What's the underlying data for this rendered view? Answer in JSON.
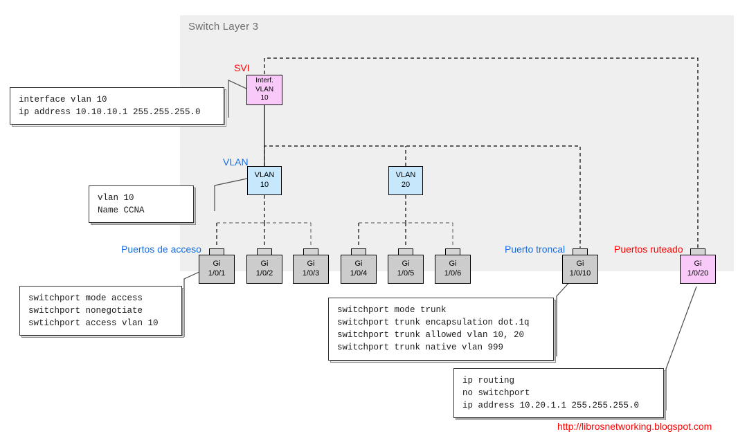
{
  "panel": {
    "title": "Switch Layer 3"
  },
  "labels": {
    "svi": "SVI",
    "vlan": "VLAN",
    "access_ports": "Puertos de acceso",
    "trunk_port": "Puerto troncal",
    "routed_ports": "Puertos ruteado"
  },
  "nodes": {
    "svi": {
      "line1": "Interf.",
      "line2": "VLAN",
      "line3": "10"
    },
    "vlans": [
      {
        "line1": "VLAN",
        "line2": "10"
      },
      {
        "line1": "VLAN",
        "line2": "20"
      }
    ],
    "ports": [
      {
        "line1": "Gi",
        "line2": "1/0/1",
        "kind": "access"
      },
      {
        "line1": "Gi",
        "line2": "1/0/2",
        "kind": "access"
      },
      {
        "line1": "Gi",
        "line2": "1/0/3",
        "kind": "access"
      },
      {
        "line1": "Gi",
        "line2": "1/0/4",
        "kind": "access"
      },
      {
        "line1": "Gi",
        "line2": "1/0/5",
        "kind": "access"
      },
      {
        "line1": "Gi",
        "line2": "1/0/6",
        "kind": "access"
      },
      {
        "line1": "Gi",
        "line2": "1/0/10",
        "kind": "trunk"
      },
      {
        "line1": "Gi",
        "line2": "1/0/20",
        "kind": "routed"
      }
    ]
  },
  "configs": {
    "svi": "interface vlan 10\nip address 10.10.10.1 255.255.255.0",
    "vlan": "vlan 10\nName CCNA",
    "access": "switchport mode access\nswitchport nonegotiate\nswtichport access vlan 10",
    "trunk": "switchport mode trunk\nswitchport trunk encapsulation dot.1q\nswitchport trunk allowed vlan 10, 20\nswitchport trunk native vlan 999",
    "routed": "ip routing\nno switchport\nip address 10.20.1.1 255.255.255.0"
  },
  "footer": {
    "url": "http://librosnetworking.blogspot.com"
  },
  "colors": {
    "panel_bg": "#efefef",
    "svi_fill": "#f9caf9",
    "vlan_fill": "#c6e7fc",
    "port_fill": "#cccccc",
    "accent_red": "#ff0000",
    "accent_blue": "#1a6fe0"
  }
}
